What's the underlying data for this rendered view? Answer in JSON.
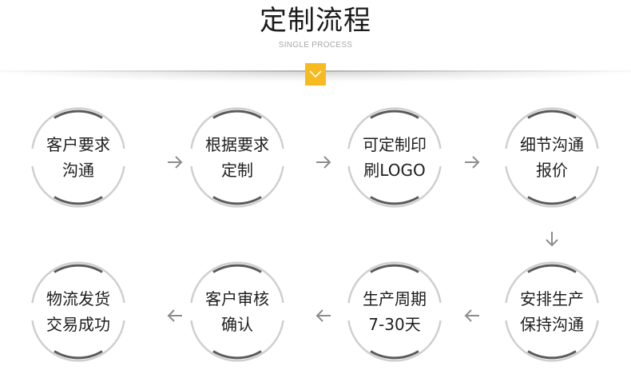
{
  "header": {
    "title": "定制流程",
    "subtitle": "SINGLE PROCESS",
    "toggle_icon": "chevron-down-icon",
    "accent_color": "#f7bb1f"
  },
  "steps": [
    {
      "line1": "客户要求",
      "line2": "沟通"
    },
    {
      "line1": "根据要求",
      "line2": "定制"
    },
    {
      "line1": "可定制印",
      "line2": "刷LOGO"
    },
    {
      "line1": "细节沟通",
      "line2": "报价"
    },
    {
      "line1": "安排生产",
      "line2": "保持沟通"
    },
    {
      "line1": "生产周期",
      "line2": "7-30天"
    },
    {
      "line1": "客户审核",
      "line2": "确认"
    },
    {
      "line1": "物流发货",
      "line2": "交易成功"
    }
  ],
  "arrows": {
    "right": "arrow-right-icon",
    "down": "arrow-down-icon",
    "left": "arrow-left-icon",
    "color": "#8c8c8c"
  },
  "colors": {
    "ring_light": "#cfcfcf",
    "ring_dark": "#5a5a5a"
  }
}
